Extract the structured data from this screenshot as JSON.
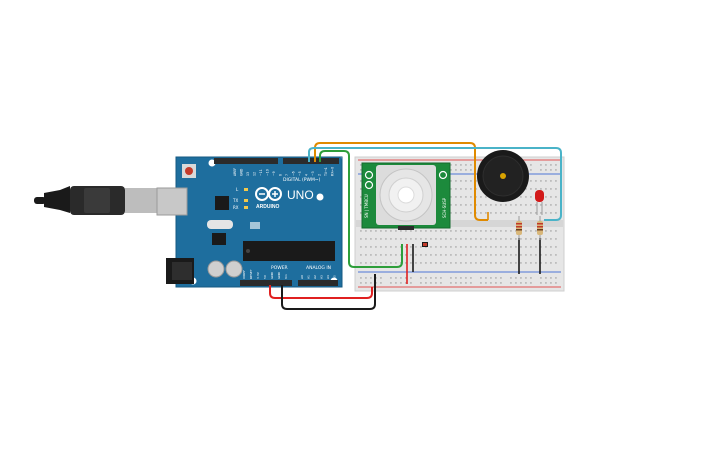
{
  "canvas": {
    "background": "#ffffff"
  },
  "board": {
    "name": "UNO",
    "brand": "ARDUINO",
    "digital_header_label": "DIGITAL (PWM~)",
    "power_label": "POWER",
    "analog_label": "ANALOG IN",
    "digital_pins": [
      "AREF",
      "GND",
      "13",
      "12",
      "~11",
      "~10",
      "~9",
      "8",
      "7",
      "~6",
      "~5",
      "4",
      "~3",
      "2",
      "TX→1",
      "RX←0"
    ],
    "power_pins": [
      "IOREF",
      "RESET",
      "3.3V",
      "5V",
      "GND",
      "GND",
      "Vin"
    ],
    "analog_pins": [
      "A0",
      "A1",
      "A2",
      "A3",
      "A4",
      "A5"
    ],
    "led_labels": [
      "L",
      "TX",
      "RX"
    ],
    "colors": {
      "board": "#1e6e9e",
      "board_dark": "#155a83",
      "header": "#2b2b2b"
    }
  },
  "pir_sensor": {
    "label_left": "SN | TMBCU",
    "label_right": "SCH-SUSP",
    "color": "#1c8a3c",
    "dome_color": "#e6e6e6"
  },
  "buzzer": {
    "color": "#1a1a1a",
    "center_color": "#d9a300"
  },
  "led": {
    "color": "#d21a1a"
  },
  "wires": {
    "colors": {
      "orange": "#e08a00",
      "green": "#2e9e3a",
      "cyan": "#4ab3c8",
      "red": "#e02020",
      "black": "#1a1a1a"
    }
  },
  "icons": [
    "usb-cable-icon",
    "power-jack-icon",
    "reset-button-icon",
    "arduino-infinity-logo-icon"
  ]
}
